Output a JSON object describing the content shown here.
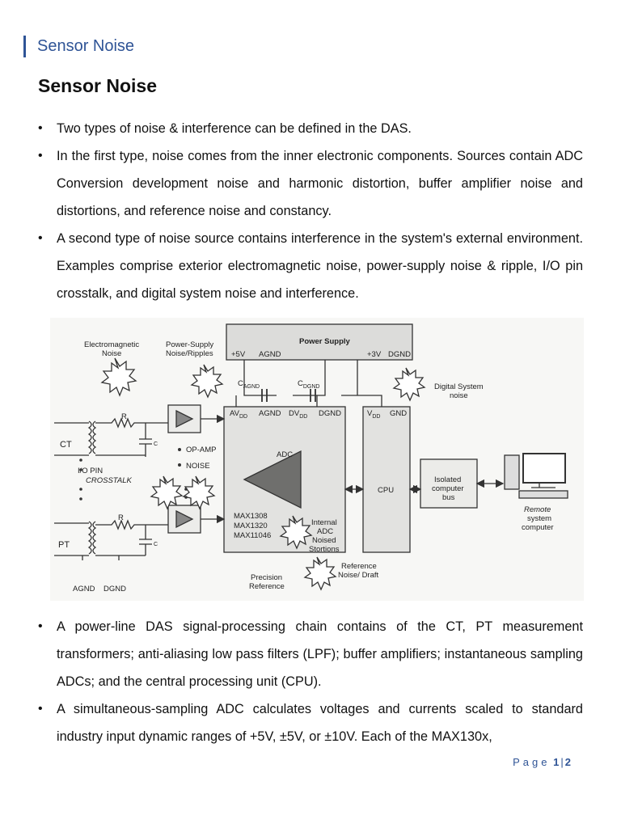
{
  "header": {
    "section_title": "Sensor Noise"
  },
  "title": "Sensor Noise",
  "bullets_top": [
    "Two types of noise & interference can be defined in the DAS.",
    "In the first type, noise comes from the inner electronic components. Sources contain ADC Conversion development noise and harmonic distortion, buffer amplifier noise and distortions, and reference noise and constancy.",
    "A second type of noise source contains interference in the system's external environment. Examples comprise exterior electromagnetic noise, power-supply noise & ripple, I/O pin crosstalk, and digital system noise and interference."
  ],
  "figure": {
    "electromagnetic_noise": [
      "Electromagnetic",
      "Noise"
    ],
    "power_supply_noise": [
      "Power-Supply",
      "Noise/Ripples"
    ],
    "power_supply": "Power Supply",
    "plus5v": "+5V",
    "agnd": "AGND",
    "plus3v": "+3V",
    "dgnd": "DGND",
    "c_agnd": "C",
    "c_agnd_sub": "AGND",
    "c_dgnd": "C",
    "c_dgnd_sub": "DGND",
    "digital_system_noise": [
      "Digital System",
      "noise"
    ],
    "adc_pins": "AV",
    "adc_pins_sub": "DD",
    "adc_agnd": "AGND",
    "adc_dv": "DV",
    "adc_dv_sub": "DD",
    "adc_dgnd": "DGND",
    "vdd": "V",
    "vdd_sub": "DD",
    "gnd": "GND",
    "adc": "ADC",
    "cpu": "CPU",
    "ct": "CT",
    "pt": "PT",
    "r_top": "R",
    "r_bottom": "R",
    "c_top": "C",
    "c_bottom": "C",
    "op_amp": "OP-AMP",
    "noise": "NOISE",
    "io_pin": "I/O PIN",
    "crosstalk": "CROSSTALK",
    "chips": [
      "MAX1308",
      "MAX1320",
      "MAX11046"
    ],
    "internal_adc": [
      "Internal",
      "ADC",
      "Noised",
      "Stortions"
    ],
    "isolated_bus": [
      "Isolated",
      "computer",
      "bus"
    ],
    "remote_computer": [
      "Remote",
      "system",
      "computer"
    ],
    "reference_noise": [
      "Reference",
      "Noise/ Draft"
    ],
    "precision_reference": [
      "Precision",
      "Reference"
    ],
    "agnd_bottom": "AGND",
    "dgnd_bottom": "DGND"
  },
  "bullets_bottom": [
    "A power-line DAS signal-processing chain contains of the CT, PT measurement transformers; anti-aliasing low pass filters (LPF); buffer amplifiers; instantaneous sampling ADCs; and the central processing unit (CPU).",
    "A simultaneous-sampling ADC calculates voltages and currents scaled to standard industry input dynamic ranges of +5V, ±5V, or ±10V. Each of the MAX130x,"
  ],
  "footer": {
    "page_word": "Page",
    "current": "1",
    "separator": "|",
    "total": "2"
  }
}
